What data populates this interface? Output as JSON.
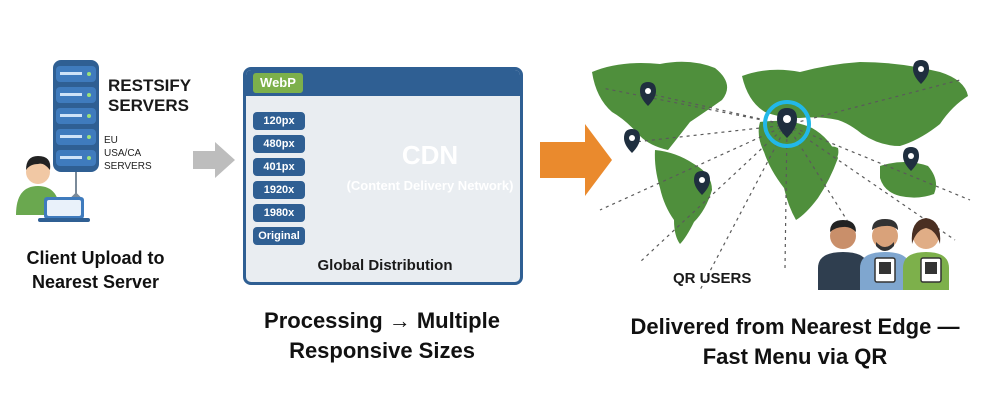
{
  "server": {
    "title_line1": "RESTSIFY",
    "title_line2": "SERVERS",
    "region_eu": "EU",
    "region_usa": "USA/CA",
    "region_servers": "SERVERS"
  },
  "captions": {
    "step1_line1": "Client Upload to",
    "step1_line2": "Nearest Server",
    "step2_line1": "Processing → Multiple",
    "step2_line2": "Responsive Sizes",
    "step3_line1": "Delivered from Nearest Edge —",
    "step3_line2": "Fast Menu via QR"
  },
  "panel": {
    "format_badge": "WebP",
    "sizes": [
      "120px",
      "480px",
      "401px",
      "1920x",
      "1980x",
      "Original"
    ],
    "cdn_title": "CDN",
    "cdn_subtitle": "(Content Delivery Network)",
    "footer_label": "Global Distribution"
  },
  "map": {
    "users_label": "QR USERS"
  },
  "colors": {
    "server_blue": "#2f5f93",
    "cloud_orange": "#ea8a2d",
    "arrow_gray": "#bdbdbd",
    "map_green": "#4f8f3c",
    "highlight_cyan": "#22b8e8",
    "accent_green": "#7db04b"
  }
}
